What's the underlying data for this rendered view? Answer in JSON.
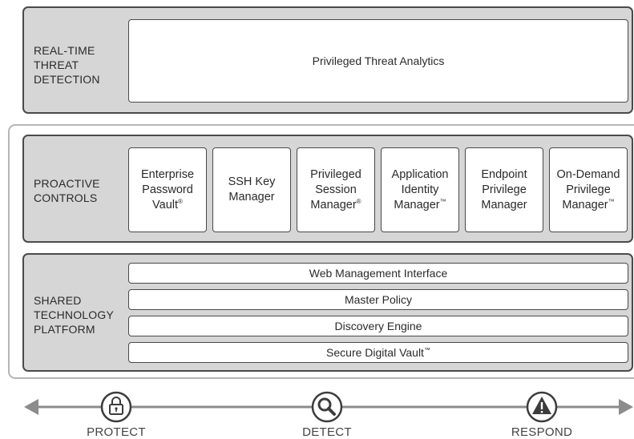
{
  "realtime": {
    "label": "REAL-TIME\nTHREAT\nDETECTION",
    "module": "Privileged Threat Analytics"
  },
  "proactive": {
    "label": "PROACTIVE\nCONTROLS",
    "modules": [
      {
        "name": "Enterprise\nPassword\nVault",
        "mark": "®"
      },
      {
        "name": "SSH Key\nManager",
        "mark": ""
      },
      {
        "name": "Privileged\nSession\nManager",
        "mark": "®"
      },
      {
        "name": "Application\nIdentity\nManager",
        "mark": "™"
      },
      {
        "name": "Endpoint\nPrivilege\nManager",
        "mark": ""
      },
      {
        "name": "On-Demand\nPrivilege\nManager",
        "mark": "™"
      }
    ]
  },
  "shared": {
    "label": "SHARED\nTECHNOLOGY\nPLATFORM",
    "layers": [
      {
        "name": "Web Management Interface",
        "mark": ""
      },
      {
        "name": "Master Policy",
        "mark": ""
      },
      {
        "name": "Discovery Engine",
        "mark": ""
      },
      {
        "name": "Secure Digital Vault",
        "mark": "™"
      }
    ]
  },
  "axis": {
    "stages": [
      {
        "label": "PROTECT",
        "icon": "lock-icon"
      },
      {
        "label": "DETECT",
        "icon": "magnifier-icon"
      },
      {
        "label": "RESPOND",
        "icon": "warning-icon"
      }
    ]
  },
  "colors": {
    "panel_fill": "#d6d6d6",
    "border": "#4a4a4a",
    "arrow": "#8c8c8c"
  }
}
